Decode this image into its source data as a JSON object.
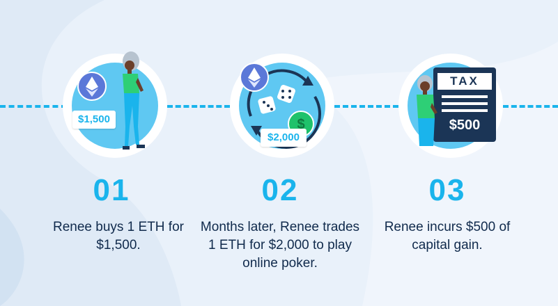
{
  "steps": [
    {
      "number": "01",
      "price_tag": "$1,500",
      "description": "Renee buys 1 ETH for $1,500."
    },
    {
      "number": "02",
      "price_tag": "$2,000",
      "description": "Months later, Renee trades 1 ETH for $2,000 to play online poker."
    },
    {
      "number": "03",
      "tax_label": "TAX",
      "tax_amount": "$500",
      "description": "Renee incurs $500 of capital gain."
    }
  ],
  "colors": {
    "accent": "#1ab4ec",
    "text": "#102a4c",
    "navy": "#1b3556",
    "green": "#1fc26b",
    "eth": "#5b78d8"
  },
  "icons": [
    "ethereum-icon",
    "dice-icon",
    "dollar-coin-icon",
    "exchange-arrows-icon",
    "tax-document-icon",
    "person-figure"
  ]
}
